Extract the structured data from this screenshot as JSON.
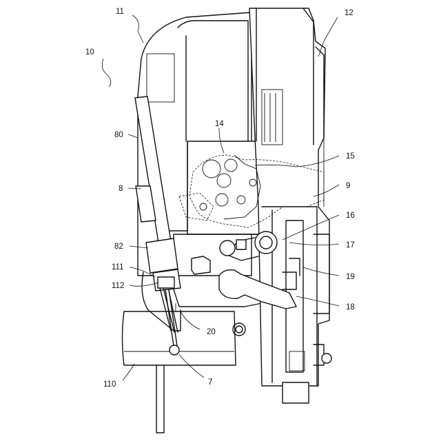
{
  "labels": {
    "l10": "10",
    "l11": "11",
    "l12": "12",
    "l14": "14",
    "l15": "15",
    "l9": "9",
    "l16": "16",
    "l17": "17",
    "l19": "19",
    "l18": "18",
    "l80": "80",
    "l8": "8",
    "l82": "82",
    "l111": "111",
    "l112": "112",
    "l20": "20",
    "l7": "7",
    "l110": "110"
  }
}
